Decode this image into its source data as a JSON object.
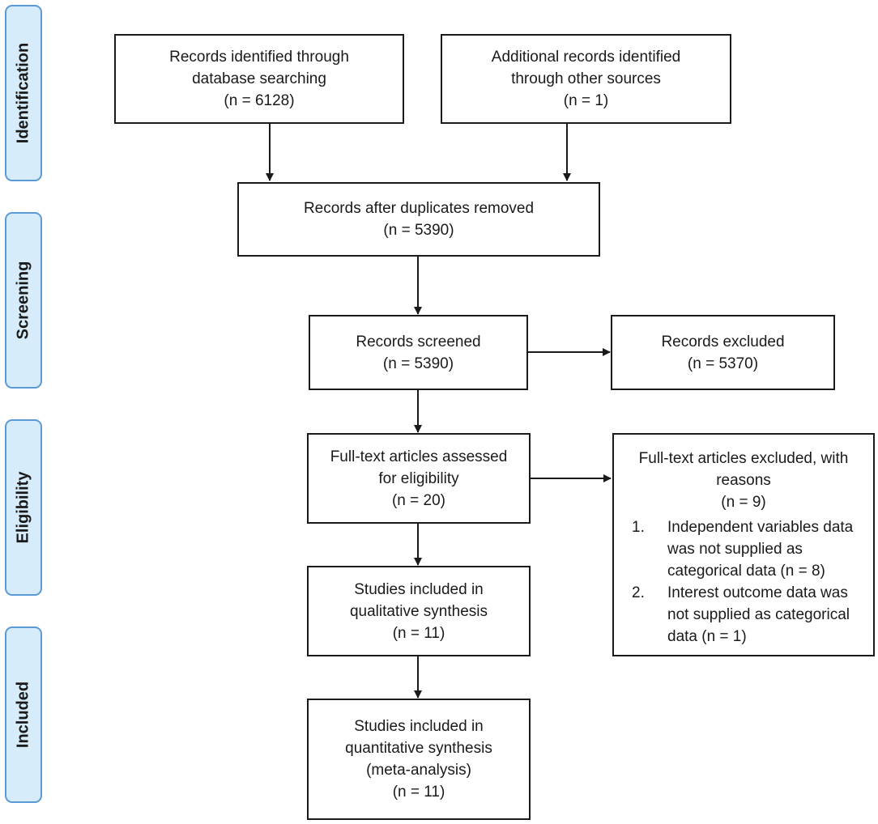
{
  "stages": [
    {
      "id": "identification",
      "label": "Identification"
    },
    {
      "id": "screening",
      "label": "Screening"
    },
    {
      "id": "eligibility",
      "label": "Eligibility"
    },
    {
      "id": "included",
      "label": "Included"
    }
  ],
  "boxes": {
    "db_search": {
      "lines": [
        "Records identified through",
        "database searching",
        "(n = 6128)"
      ]
    },
    "other_sources": {
      "lines": [
        "Additional records identified",
        "through other sources",
        "(n = 1)"
      ]
    },
    "dup_removed": {
      "lines": [
        "Records after duplicates removed",
        "(n = 5390)"
      ]
    },
    "screened": {
      "lines": [
        "Records screened",
        "(n = 5390)"
      ]
    },
    "excluded": {
      "lines": [
        "Records excluded",
        "(n = 5370)"
      ]
    },
    "fulltext": {
      "lines": [
        "Full-text articles assessed",
        "for eligibility",
        "(n = 20)"
      ]
    },
    "fulltext_excluded": {
      "lines": [
        "Full-text articles excluded, with",
        "reasons",
        "(n = 9)"
      ],
      "reasons": [
        {
          "num": "1.",
          "text": "Independent variables data was not supplied as categorical data (n = 8)"
        },
        {
          "num": "2.",
          "text": "Interest outcome data was not supplied as categorical data (n = 1)"
        }
      ]
    },
    "qualitative": {
      "lines": [
        "Studies included in",
        "qualitative synthesis",
        "(n = 11)"
      ]
    },
    "quantitative": {
      "lines": [
        "Studies included in",
        "quantitative synthesis",
        "(meta-analysis)",
        "(n = 11)"
      ]
    }
  }
}
